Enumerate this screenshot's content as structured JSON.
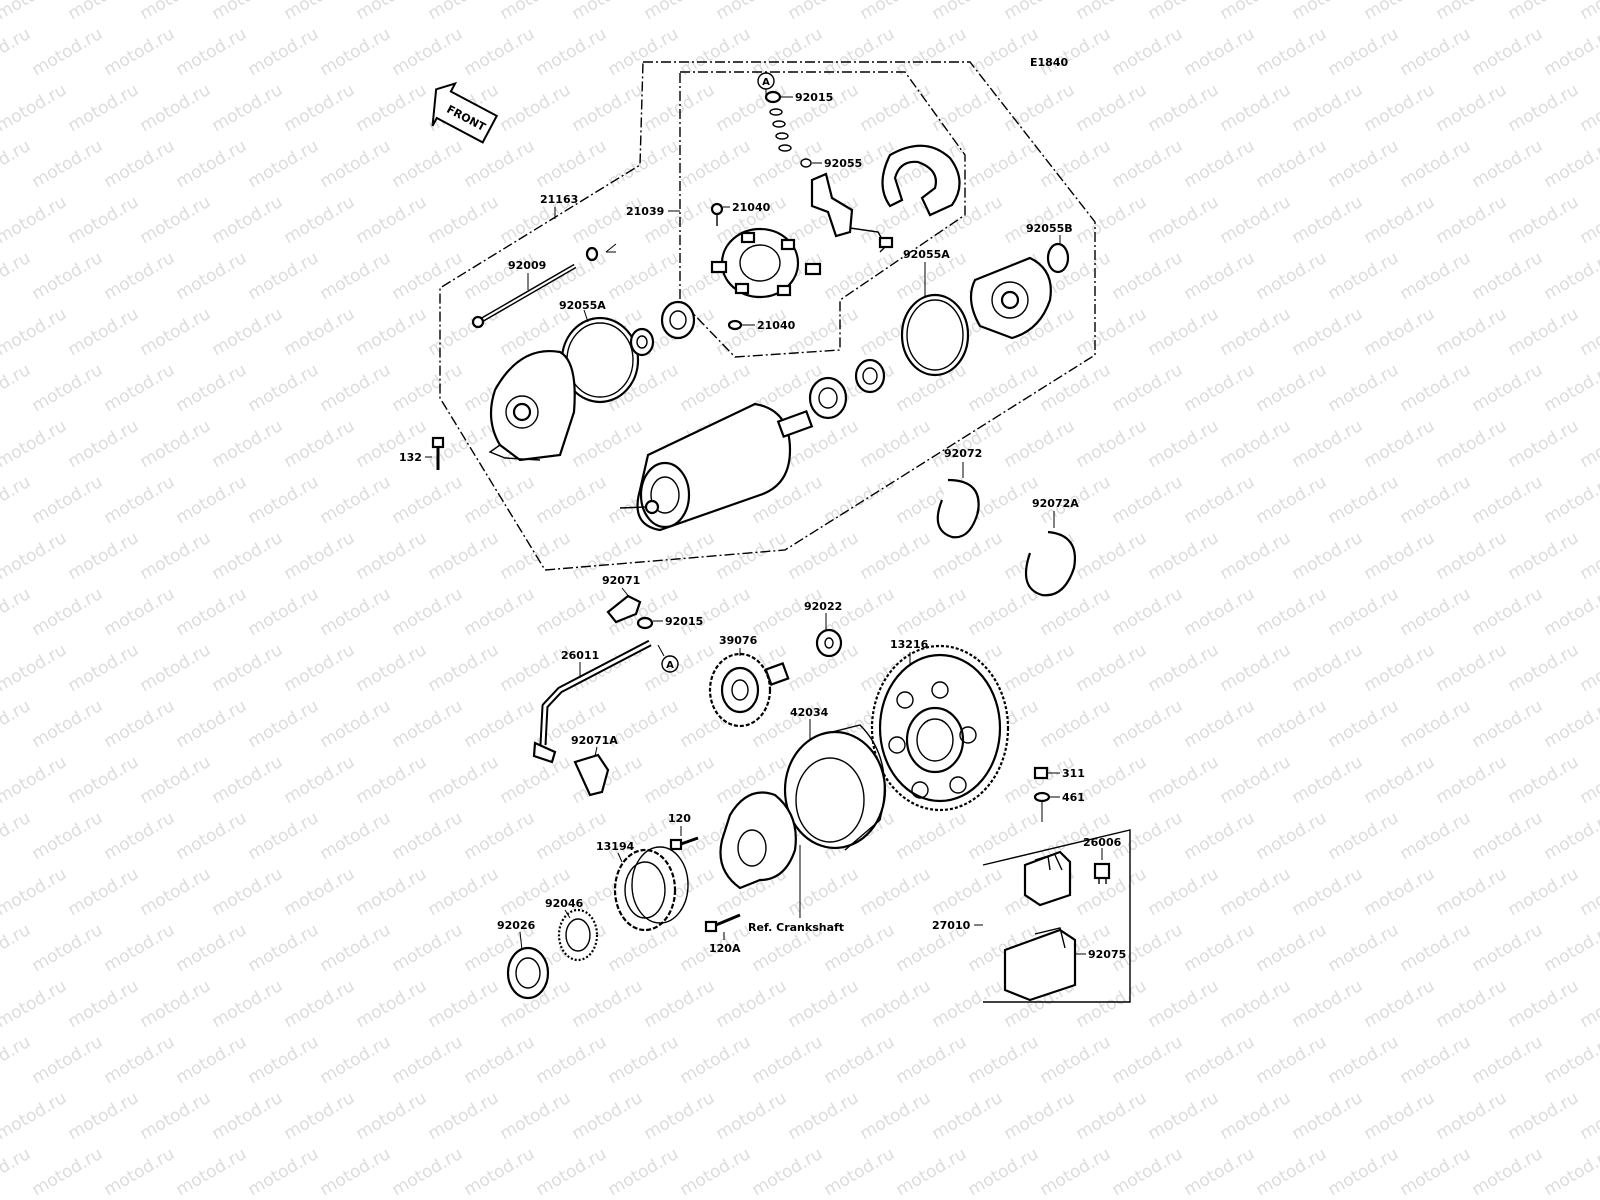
{
  "diagram_code": "E1840",
  "front_label": "FRONT",
  "watermark": "motod.ru",
  "callout_a": "A",
  "reference_note": "Ref. Crankshaft",
  "parts": {
    "p92015_top": "92015",
    "p92055": "92055",
    "p21039": "21039",
    "p21040_top": "21040",
    "p21040_bot": "21040",
    "p21163": "21163",
    "p92009": "92009",
    "p92055A_left": "92055A",
    "p92055A_right": "92055A",
    "p92055B": "92055B",
    "p132": "132",
    "p92072": "92072",
    "p92072A": "92072A",
    "p92071": "92071",
    "p92015_bot": "92015",
    "p26011": "26011",
    "p92071A": "92071A",
    "p39076": "39076",
    "p92022": "92022",
    "p13216": "13216",
    "p42034": "42034",
    "p120": "120",
    "p120A": "120A",
    "p13194": "13194",
    "p92046": "92046",
    "p92026": "92026",
    "p311": "311",
    "p461": "461",
    "p26006": "26006",
    "p27010": "27010",
    "p92075": "92075"
  }
}
